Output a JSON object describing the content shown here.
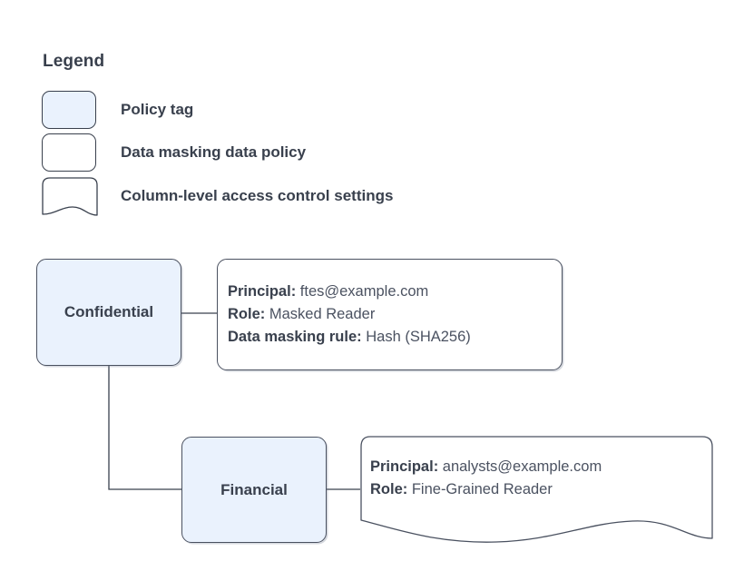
{
  "legend": {
    "title": "Legend",
    "items": [
      {
        "swatch": "policy-tag-swatch",
        "label": "Policy tag"
      },
      {
        "swatch": "data-policy-swatch",
        "label": "Data masking data policy"
      },
      {
        "swatch": "column-access-swatch",
        "label": "Column-level access control settings"
      }
    ]
  },
  "diagram": {
    "nodes": [
      {
        "id": "confidential",
        "label": "Confidential"
      },
      {
        "id": "financial",
        "label": "Financial"
      }
    ],
    "details": [
      {
        "id": "confidential-policy",
        "shape": "rounded-rect",
        "lines": [
          {
            "label": "Principal:",
            "value": "ftes@example.com"
          },
          {
            "label": "Role:",
            "value": "Masked Reader"
          },
          {
            "label": "Data masking rule:",
            "value": "Hash (SHA256)"
          }
        ]
      },
      {
        "id": "financial-policy",
        "shape": "wave-bottom",
        "lines": [
          {
            "label": "Principal:",
            "value": "analysts@example.com"
          },
          {
            "label": "Role:",
            "value": "Fine-Grained Reader"
          }
        ]
      }
    ]
  },
  "colors": {
    "policy_tag_fill": "#eaf2fd",
    "stroke": "#4a5160",
    "text": "#39404d",
    "value_text": "#4b5261",
    "background": "#ffffff"
  }
}
